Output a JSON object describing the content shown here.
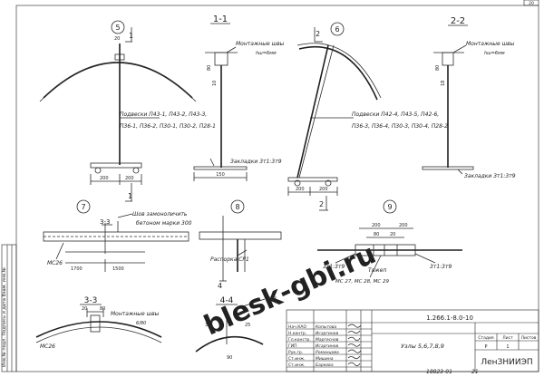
{
  "corner_num": "20",
  "sections": {
    "c1": "1-1",
    "c2": "2-2",
    "c33": "3-3",
    "c44": "4-4",
    "cut1": "1",
    "cut2": "2",
    "cut4": "4"
  },
  "node_marks": [
    "5",
    "6",
    "7",
    "8",
    "9"
  ],
  "labels": {
    "weld_top_left": "Монтажные швы",
    "weld_top_left_h": "hш=6мм",
    "weld_top_right": "Монтажные швы",
    "weld_top_right_h": "hш=6мм",
    "hangers_left_1": "Подвески П43-1, П43-2, П43-3,",
    "hangers_left_2": "П36-1, П36-2, П30-1, П30-2, П28-1",
    "hangers_right_1": "Подвески П42-4, П43-5, П42-6,",
    "hangers_right_2": "П36-3, П36-4, П30-3, П30-4, П28-2",
    "embeds_left": "Закладки 3т1:3т9",
    "embeds_right": "Закладки 3т1:3т9",
    "seam_concrete_1": "Шов замоноличить",
    "seam_concrete_2": "бетоном марки 300",
    "mc26_a": "МС26",
    "mc26_b": "МС26",
    "cp1_a": "Распорка СР1",
    "cp1_b": "СР1",
    "weld_33": "Монтажные швы",
    "weld_33_h": "6/80",
    "zt_left": "3т1:3т9",
    "zt_right": "3т1:3т9",
    "tyazh": "Тяжеп",
    "mc_marks": "МС 27, МС 28, МС 29"
  },
  "dims": {
    "d200a": "200",
    "d200b": "200",
    "d200c": "200",
    "d200d": "200",
    "d20": "20",
    "d150": "150",
    "d1700": "1700",
    "d1500": "1500",
    "d80a": "80",
    "d80b": "80",
    "d20b": "20",
    "d80c": "80",
    "d10": "10",
    "d90": "90",
    "d30": "30",
    "d18": "18",
    "d25": "25"
  },
  "title_block": {
    "roles": [
      "Нач.КАО",
      "Н.контр.",
      "Гл.констр.",
      "ГИП",
      "Рук.гр.",
      "Ст.инж.",
      "Ст.инж."
    ],
    "names": [
      "Копытова",
      "Исаргинов",
      "Маргеснов",
      "Исаргинов",
      "Романцова",
      "Мишина",
      "Баркова"
    ],
    "doc_code": "1.266.1-8.0-10",
    "title": "Узлы 5,6,7,8,9",
    "stage_h": "Стадия",
    "sheet_h": "Лист",
    "sheets_h": "Листов",
    "stage": "Р",
    "sheet": "1",
    "org": "ЛенЗНИИЭП",
    "archive": "18823-01",
    "page": "21"
  },
  "side_stamp": "Инв.№ подл.   Подпись и дата   Взам. инв.№",
  "watermark": "blesk-gbi.ru"
}
